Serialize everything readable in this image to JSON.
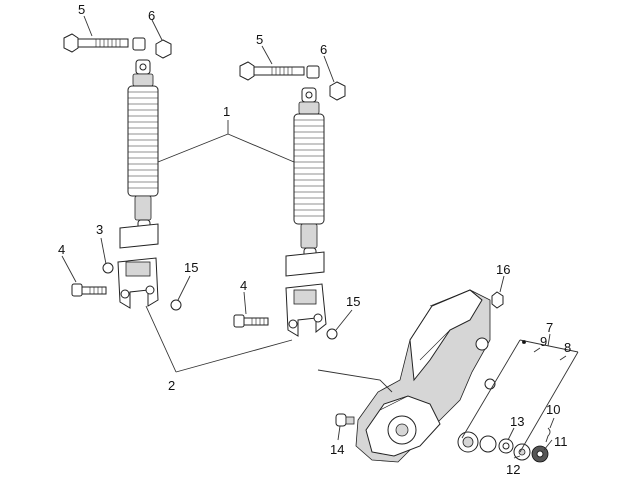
{
  "callouts": {
    "c1": "1",
    "c2": "2",
    "c3": "3",
    "c4a": "4",
    "c4b": "4",
    "c5a": "5",
    "c5b": "5",
    "c6a": "6",
    "c6b": "6",
    "c7": "7",
    "c8": "8",
    "c9": "9",
    "c10": "10",
    "c11": "11",
    "c12": "12",
    "c13": "13",
    "c14": "14",
    "c15a": "15",
    "c15b": "15",
    "c16": "16"
  }
}
